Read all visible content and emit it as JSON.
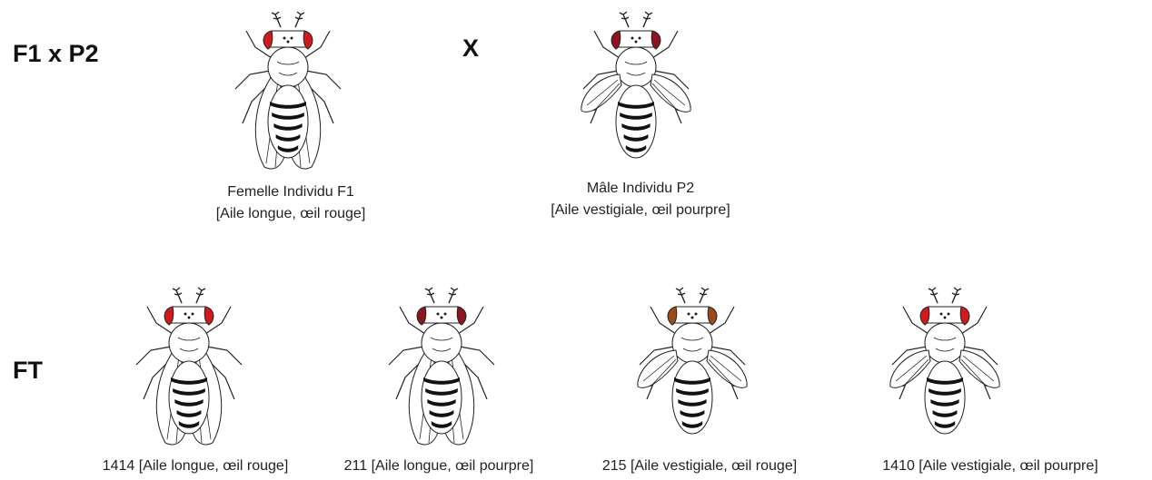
{
  "cross": {
    "label": "F1 x P2",
    "times": "X"
  },
  "ft": {
    "label": "FT"
  },
  "colors": {
    "red_eye": "#d11a1a",
    "purple_eye": "#8e1520",
    "brown_eye": "#9c4a1a"
  },
  "parents": [
    {
      "line1": "Femelle Individu F1",
      "line2": "[Aile longue, œil rouge]",
      "wing": "long",
      "eye_color": "#d11a1a"
    },
    {
      "line1": "Mâle Individu P2",
      "line2": "[Aile vestigiale, œil pourpre]",
      "wing": "vestigial",
      "eye_color": "#8e1520"
    }
  ],
  "offspring": [
    {
      "label": "1414 [Aile longue, œil rouge]",
      "wing": "long",
      "eye_color": "#d11a1a"
    },
    {
      "label": "211 [Aile longue, œil pourpre]",
      "wing": "long",
      "eye_color": "#8e1520"
    },
    {
      "label": "215 [Aile vestigiale, œil rouge]",
      "wing": "vestigial",
      "eye_color": "#9c4a1a"
    },
    {
      "label": "1410 [Aile vestigiale, œil pourpre]",
      "wing": "vestigial",
      "eye_color": "#d11a1a"
    }
  ]
}
